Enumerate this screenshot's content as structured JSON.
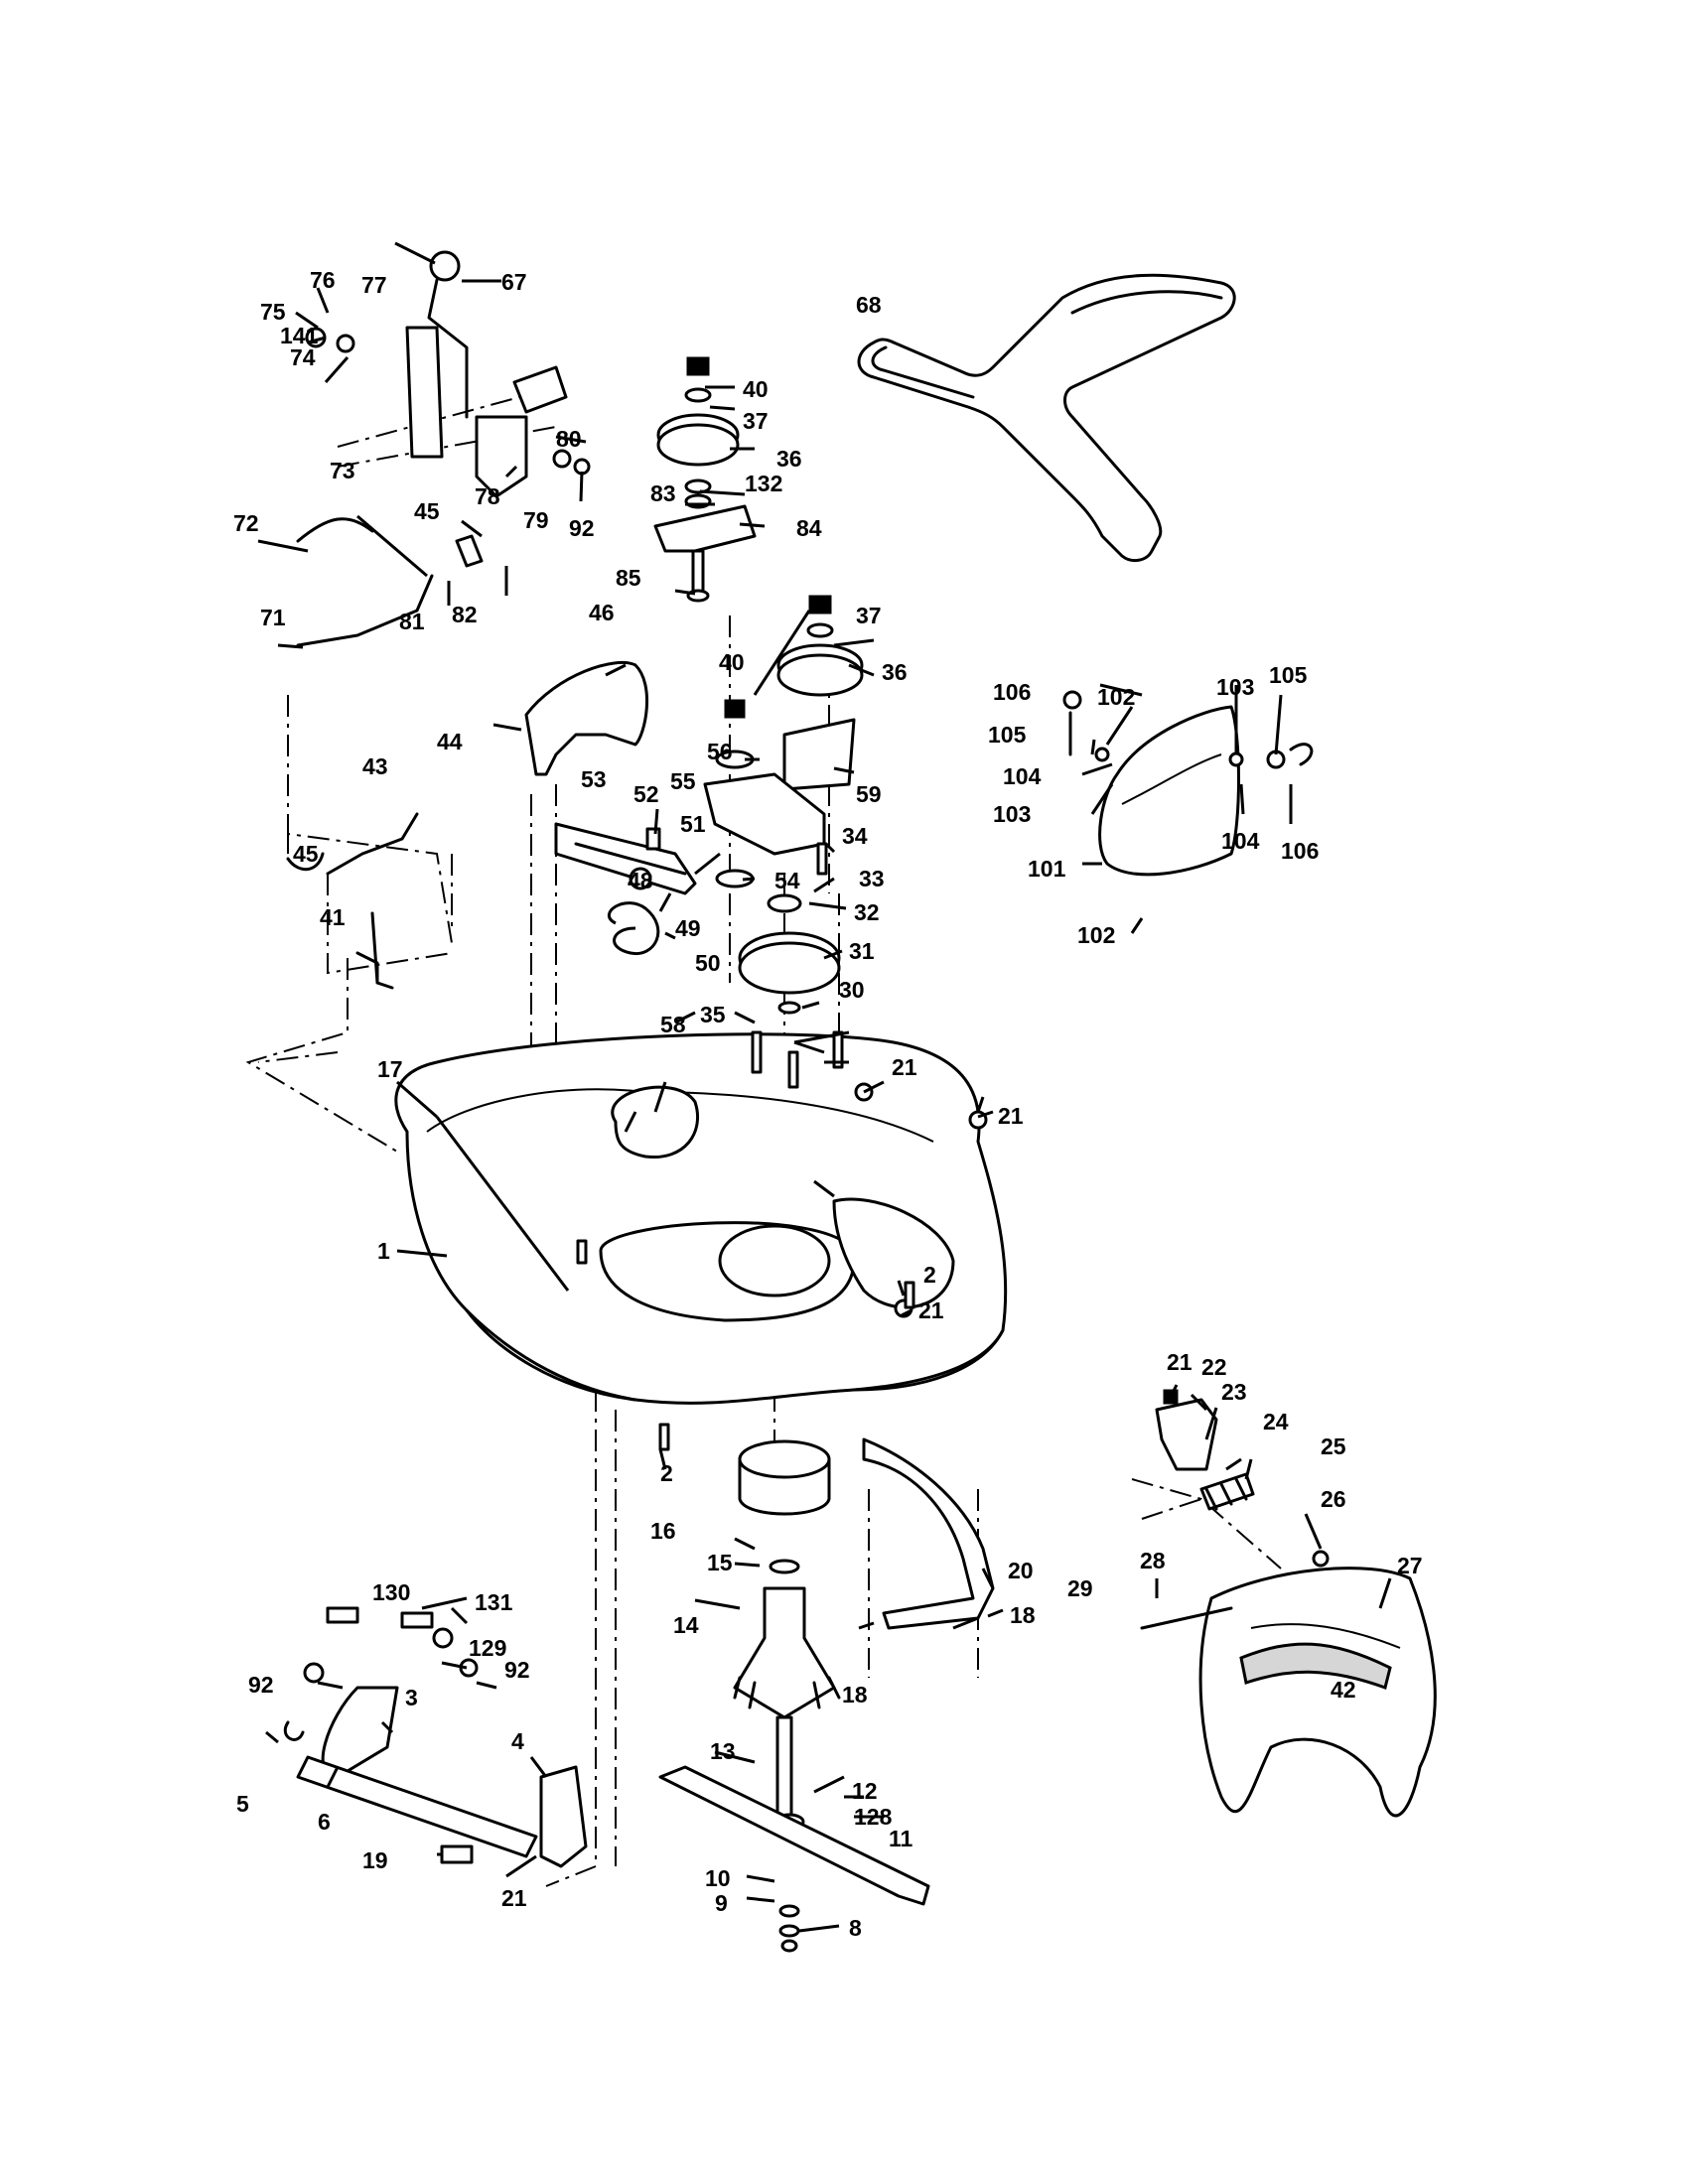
{
  "callouts": [
    {
      "id": "c67",
      "text": "67"
    },
    {
      "id": "c76",
      "text": "76"
    },
    {
      "id": "c77",
      "text": "77"
    },
    {
      "id": "c75",
      "text": "75"
    },
    {
      "id": "c141",
      "text": "141"
    },
    {
      "id": "c74",
      "text": "74"
    },
    {
      "id": "c80",
      "text": "80"
    },
    {
      "id": "c73",
      "text": "73"
    },
    {
      "id": "c78",
      "text": "78"
    },
    {
      "id": "c79",
      "text": "79"
    },
    {
      "id": "c92a",
      "text": "92"
    },
    {
      "id": "c72",
      "text": "72"
    },
    {
      "id": "c45a",
      "text": "45"
    },
    {
      "id": "c71",
      "text": "71"
    },
    {
      "id": "c81",
      "text": "81"
    },
    {
      "id": "c82",
      "text": "82"
    },
    {
      "id": "c40a",
      "text": "40"
    },
    {
      "id": "c37a",
      "text": "37"
    },
    {
      "id": "c36a",
      "text": "36"
    },
    {
      "id": "c83",
      "text": "83"
    },
    {
      "id": "c132",
      "text": "132"
    },
    {
      "id": "c84",
      "text": "84"
    },
    {
      "id": "c85",
      "text": "85"
    },
    {
      "id": "c68",
      "text": "68"
    },
    {
      "id": "c46",
      "text": "46"
    },
    {
      "id": "c44",
      "text": "44"
    },
    {
      "id": "c40b",
      "text": "40"
    },
    {
      "id": "c37b",
      "text": "37"
    },
    {
      "id": "c36b",
      "text": "36"
    },
    {
      "id": "c56",
      "text": "56"
    },
    {
      "id": "c55",
      "text": "55"
    },
    {
      "id": "c59",
      "text": "59"
    },
    {
      "id": "c53",
      "text": "53"
    },
    {
      "id": "c52",
      "text": "52"
    },
    {
      "id": "c51",
      "text": "51"
    },
    {
      "id": "c34",
      "text": "34"
    },
    {
      "id": "c54",
      "text": "54"
    },
    {
      "id": "c48",
      "text": "48"
    },
    {
      "id": "c49",
      "text": "49"
    },
    {
      "id": "c33",
      "text": "33"
    },
    {
      "id": "c32",
      "text": "32"
    },
    {
      "id": "c50",
      "text": "50"
    },
    {
      "id": "c31",
      "text": "31"
    },
    {
      "id": "c58",
      "text": "58"
    },
    {
      "id": "c35",
      "text": "35"
    },
    {
      "id": "c30",
      "text": "30"
    },
    {
      "id": "c43",
      "text": "43"
    },
    {
      "id": "c45b",
      "text": "45"
    },
    {
      "id": "c41",
      "text": "41"
    },
    {
      "id": "c106a",
      "text": "106"
    },
    {
      "id": "c105a",
      "text": "105"
    },
    {
      "id": "c102a",
      "text": "102"
    },
    {
      "id": "c103a",
      "text": "103"
    },
    {
      "id": "c105b",
      "text": "105"
    },
    {
      "id": "c104a",
      "text": "104"
    },
    {
      "id": "c103b",
      "text": "103"
    },
    {
      "id": "c104b",
      "text": "104"
    },
    {
      "id": "c106b",
      "text": "106"
    },
    {
      "id": "c101",
      "text": "101"
    },
    {
      "id": "c102b",
      "text": "102"
    },
    {
      "id": "c17",
      "text": "17"
    },
    {
      "id": "c21a",
      "text": "21"
    },
    {
      "id": "c21b",
      "text": "21"
    },
    {
      "id": "c1",
      "text": "1"
    },
    {
      "id": "c2a",
      "text": "2"
    },
    {
      "id": "c21c",
      "text": "21"
    },
    {
      "id": "c2b",
      "text": "2"
    },
    {
      "id": "c21d",
      "text": "21"
    },
    {
      "id": "c22",
      "text": "22"
    },
    {
      "id": "c23",
      "text": "23"
    },
    {
      "id": "c24",
      "text": "24"
    },
    {
      "id": "c25",
      "text": "25"
    },
    {
      "id": "c26",
      "text": "26"
    },
    {
      "id": "c16",
      "text": "16"
    },
    {
      "id": "c15",
      "text": "15"
    },
    {
      "id": "c20",
      "text": "20"
    },
    {
      "id": "c28",
      "text": "28"
    },
    {
      "id": "c27",
      "text": "27"
    },
    {
      "id": "c29",
      "text": "29"
    },
    {
      "id": "c14",
      "text": "14"
    },
    {
      "id": "c18a",
      "text": "18"
    },
    {
      "id": "c18b",
      "text": "18"
    },
    {
      "id": "c130",
      "text": "130"
    },
    {
      "id": "c131",
      "text": "131"
    },
    {
      "id": "c129",
      "text": "129"
    },
    {
      "id": "c92b",
      "text": "92"
    },
    {
      "id": "c92c",
      "text": "92"
    },
    {
      "id": "c3",
      "text": "3"
    },
    {
      "id": "c4",
      "text": "4"
    },
    {
      "id": "c5",
      "text": "5"
    },
    {
      "id": "c6",
      "text": "6"
    },
    {
      "id": "c13",
      "text": "13"
    },
    {
      "id": "c12",
      "text": "12"
    },
    {
      "id": "c128",
      "text": "128"
    },
    {
      "id": "c11",
      "text": "11"
    },
    {
      "id": "c19",
      "text": "19"
    },
    {
      "id": "c21e",
      "text": "21"
    },
    {
      "id": "c10",
      "text": "10"
    },
    {
      "id": "c9",
      "text": "9"
    },
    {
      "id": "c8",
      "text": "8"
    }
  ],
  "deflector_badge": "42"
}
